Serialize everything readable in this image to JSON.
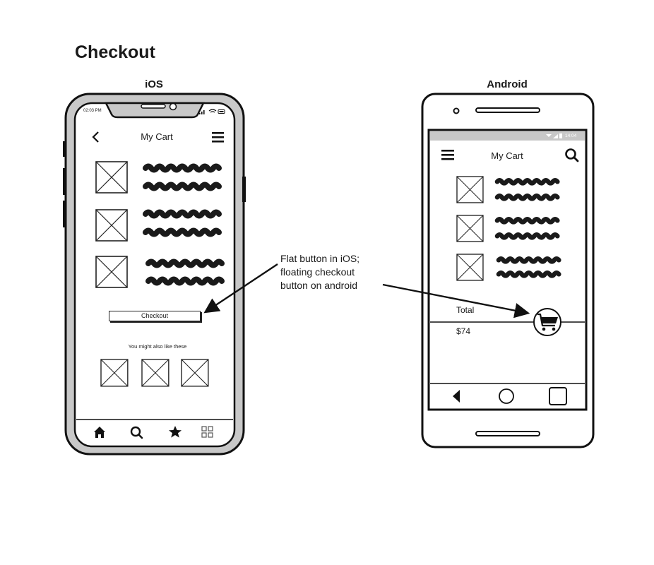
{
  "page": {
    "title": "Checkout"
  },
  "ios": {
    "label": "iOS",
    "status_time": "02:03 PM",
    "nav": {
      "title": "My Cart",
      "back_icon": "chevron-left-icon",
      "menu_icon": "hamburger-menu-icon"
    },
    "cart_items": [
      {
        "thumbnail": "image-placeholder-icon",
        "text_lines": 2
      },
      {
        "thumbnail": "image-placeholder-icon",
        "text_lines": 2
      },
      {
        "thumbnail": "image-placeholder-icon",
        "text_lines": 2
      }
    ],
    "checkout_button": "Checkout",
    "suggestions_heading": "You might also like these",
    "suggestions": [
      "image-placeholder-icon",
      "image-placeholder-icon",
      "image-placeholder-icon"
    ],
    "tab_bar": [
      "home-icon",
      "search-icon",
      "star-icon",
      "grid-icon"
    ]
  },
  "android": {
    "label": "Android",
    "status_time": "14:04",
    "nav": {
      "title": "My Cart",
      "menu_icon": "hamburger-menu-icon",
      "search_icon": "search-icon"
    },
    "cart_items": [
      {
        "thumbnail": "image-placeholder-icon",
        "text_lines": 2
      },
      {
        "thumbnail": "image-placeholder-icon",
        "text_lines": 2
      },
      {
        "thumbnail": "image-placeholder-icon",
        "text_lines": 2
      }
    ],
    "total_label": "Total",
    "total_value": "$74",
    "fab_icon": "shopping-cart-icon",
    "system_nav": [
      "back-triangle-icon",
      "home-circle-icon",
      "recents-square-icon"
    ]
  },
  "annotation": {
    "lines": [
      "Flat button in iOS;",
      "floating checkout",
      "button on android"
    ]
  },
  "colors": {
    "ink": "#1a1a1a",
    "frame_gray": "#c8c8c8",
    "paper": "#ffffff"
  }
}
